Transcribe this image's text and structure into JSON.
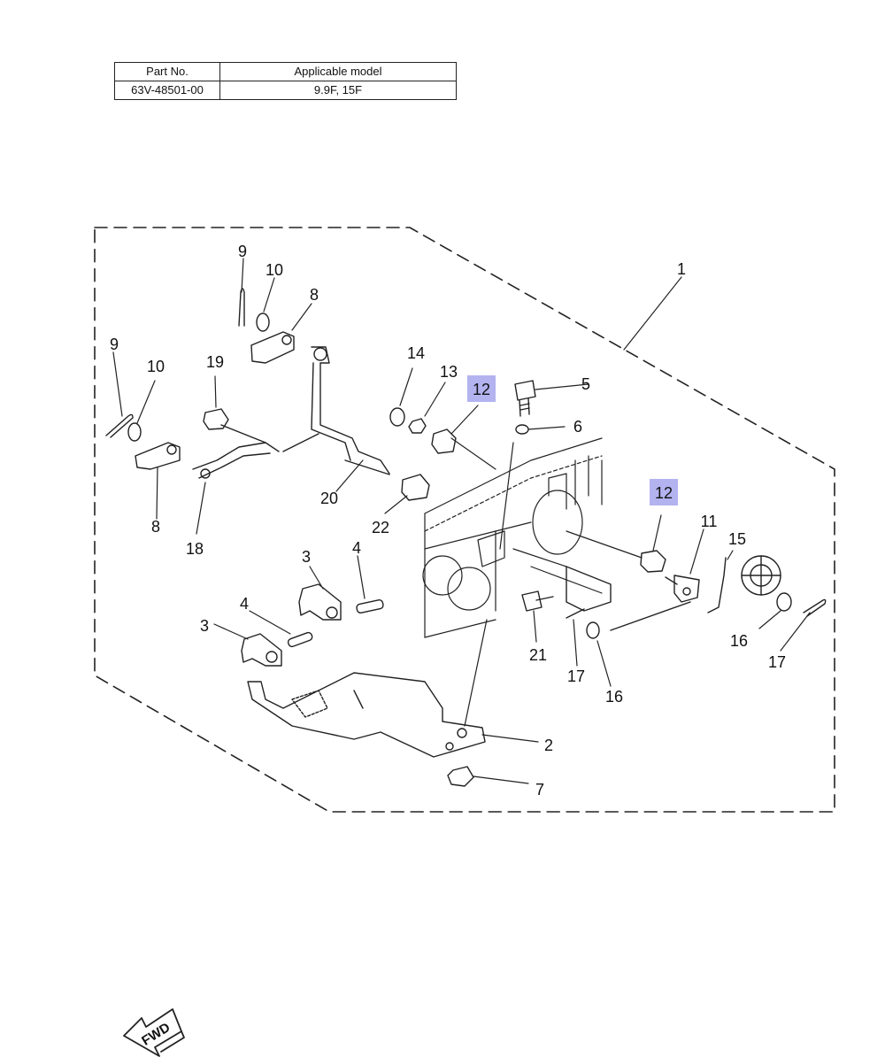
{
  "table": {
    "headers": [
      "Part No.",
      "Applicable model"
    ],
    "rows": [
      [
        "63V-48501-00",
        "9.9F, 15F"
      ]
    ]
  },
  "callouts": [
    {
      "id": "c1",
      "label": "1",
      "highlight": false
    },
    {
      "id": "c2",
      "label": "2",
      "highlight": false
    },
    {
      "id": "c3a",
      "label": "3",
      "highlight": false
    },
    {
      "id": "c3b",
      "label": "3",
      "highlight": false
    },
    {
      "id": "c4a",
      "label": "4",
      "highlight": false
    },
    {
      "id": "c4b",
      "label": "4",
      "highlight": false
    },
    {
      "id": "c5",
      "label": "5",
      "highlight": false
    },
    {
      "id": "c6",
      "label": "6",
      "highlight": false
    },
    {
      "id": "c7",
      "label": "7",
      "highlight": false
    },
    {
      "id": "c8a",
      "label": "8",
      "highlight": false
    },
    {
      "id": "c8b",
      "label": "8",
      "highlight": false
    },
    {
      "id": "c9a",
      "label": "9",
      "highlight": false
    },
    {
      "id": "c9b",
      "label": "9",
      "highlight": false
    },
    {
      "id": "c10a",
      "label": "10",
      "highlight": false
    },
    {
      "id": "c10b",
      "label": "10",
      "highlight": false
    },
    {
      "id": "c11",
      "label": "11",
      "highlight": false
    },
    {
      "id": "c12a",
      "label": "12",
      "highlight": true
    },
    {
      "id": "c12b",
      "label": "12",
      "highlight": true
    },
    {
      "id": "c13",
      "label": "13",
      "highlight": false
    },
    {
      "id": "c14",
      "label": "14",
      "highlight": false
    },
    {
      "id": "c15",
      "label": "15",
      "highlight": false
    },
    {
      "id": "c16a",
      "label": "16",
      "highlight": false
    },
    {
      "id": "c16b",
      "label": "16",
      "highlight": false
    },
    {
      "id": "c17a",
      "label": "17",
      "highlight": false
    },
    {
      "id": "c17b",
      "label": "17",
      "highlight": false
    },
    {
      "id": "c18",
      "label": "18",
      "highlight": false
    },
    {
      "id": "c19",
      "label": "19",
      "highlight": false
    },
    {
      "id": "c20",
      "label": "20",
      "highlight": false
    },
    {
      "id": "c21",
      "label": "21",
      "highlight": false
    },
    {
      "id": "c22",
      "label": "22",
      "highlight": false
    }
  ],
  "highlight_color": "#b3b3f0",
  "fwd_label": "FWD"
}
